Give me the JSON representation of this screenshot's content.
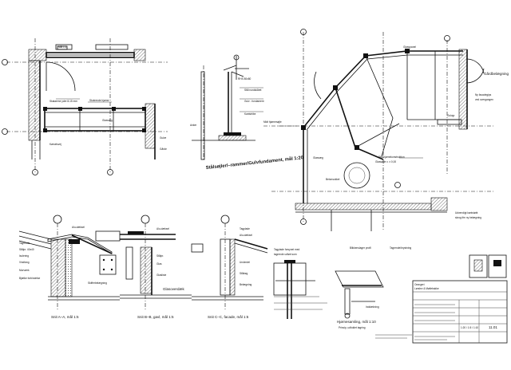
{
  "drawing": {
    "title_plan_detail": "Stålsøjler/–rammer/Gulvfundament, mål 1:20",
    "section_a": "Snit A–A, mål 1:5",
    "section_b": "Snit B–B, gavl, mål 1:5",
    "section_c": "Snit C–C, facade, mål 1:5",
    "corner_title": "Hjørnesamling, mål 1:10",
    "corner_subtitle": "Princip, udfoldet tagring",
    "room_label": "Glasoverdæk",
    "material_label": "Skifferbelægning",
    "material_label_right": "Gårdbelægning"
  },
  "title_block": {
    "project_lines": [
      "Orangeri",
      "Lørslev & Møllebakke"
    ],
    "sheet_no": "11.01",
    "scale_text": "1:20 / 1:5 / 1:10"
  },
  "colors": {
    "ink": "#111111",
    "paper": "#ffffff",
    "hatch": "#333333"
  }
}
